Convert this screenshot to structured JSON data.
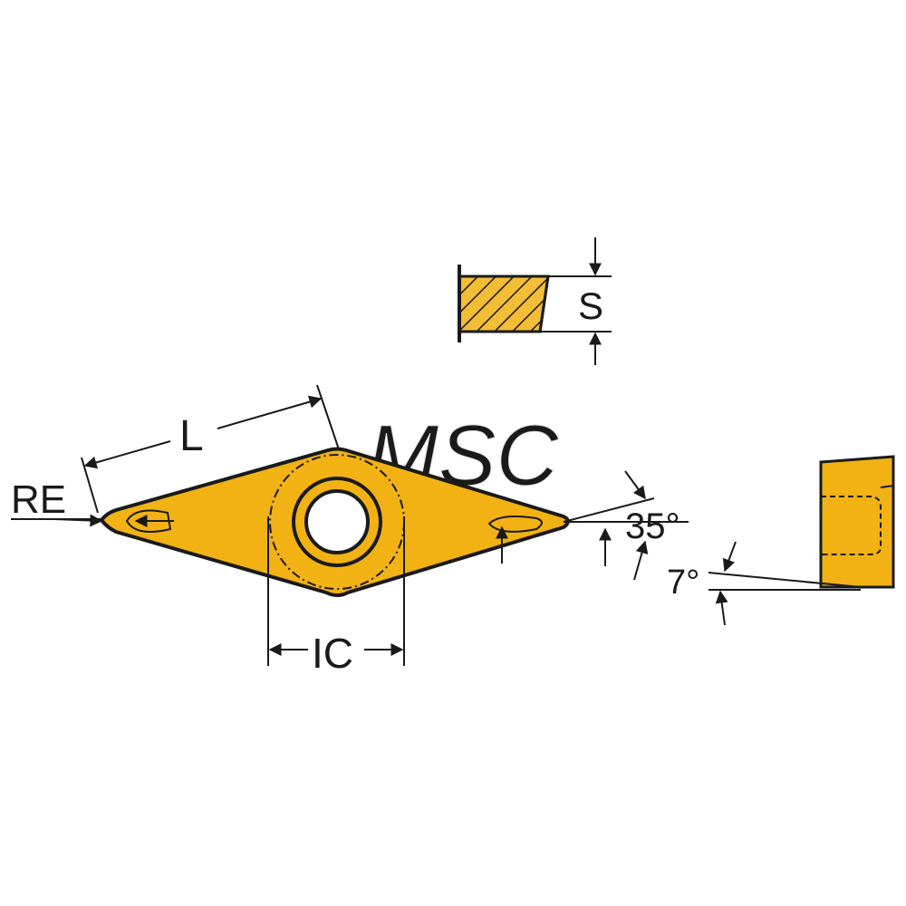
{
  "labels": {
    "length": "L",
    "corner_radius": "RE",
    "inscribed_circle": "IC",
    "thickness": "S",
    "point_angle": "35°",
    "clearance_angle": "7°"
  },
  "watermark": "MSC",
  "colors": {
    "insert_fill": "#f2b213",
    "outline": "#1a1a1a",
    "background": "#ffffff",
    "watermark": "#e6e6e6"
  }
}
